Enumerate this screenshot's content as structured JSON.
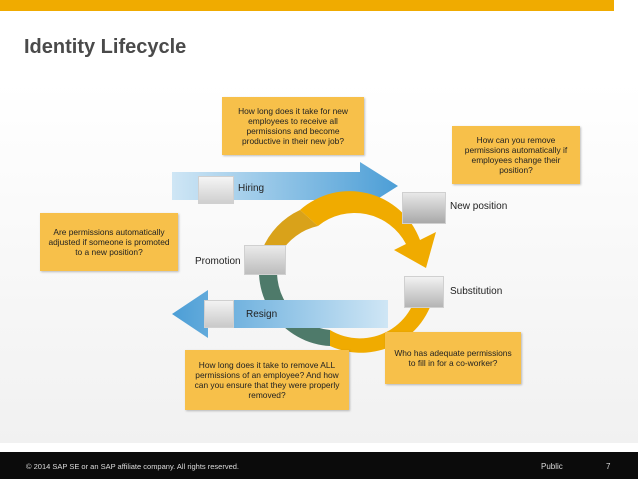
{
  "slide": {
    "title": "Identity Lifecycle"
  },
  "callouts": {
    "top": "How long does it take for new employees to receive all permissions and become productive in their new job?",
    "top_right": "How can you remove permissions automatically if employees change their position?",
    "left": "Are permissions automatically adjusted if someone is promoted to a new position?",
    "bottom": "How long does it take to remove ALL permissions of an employee? And how can you ensure that they were properly removed?",
    "bottom_right": "Who has adequate permissions to fill in for a co-worker?"
  },
  "stages": {
    "hiring": "Hiring",
    "promotion": "Promotion",
    "resign": "Resign",
    "new_position": "New position",
    "substitution": "Substitution"
  },
  "footer": {
    "copyright": "© 2014 SAP SE or an SAP affiliate company. All rights reserved.",
    "classification": "Public",
    "page": "7"
  },
  "colors": {
    "accent": "#f0ab00",
    "callout": "#f7c04a",
    "arrow_blue": "#5aa7d8",
    "cycle_gold": "#f0ab00",
    "cycle_green": "#4e7a6a"
  }
}
